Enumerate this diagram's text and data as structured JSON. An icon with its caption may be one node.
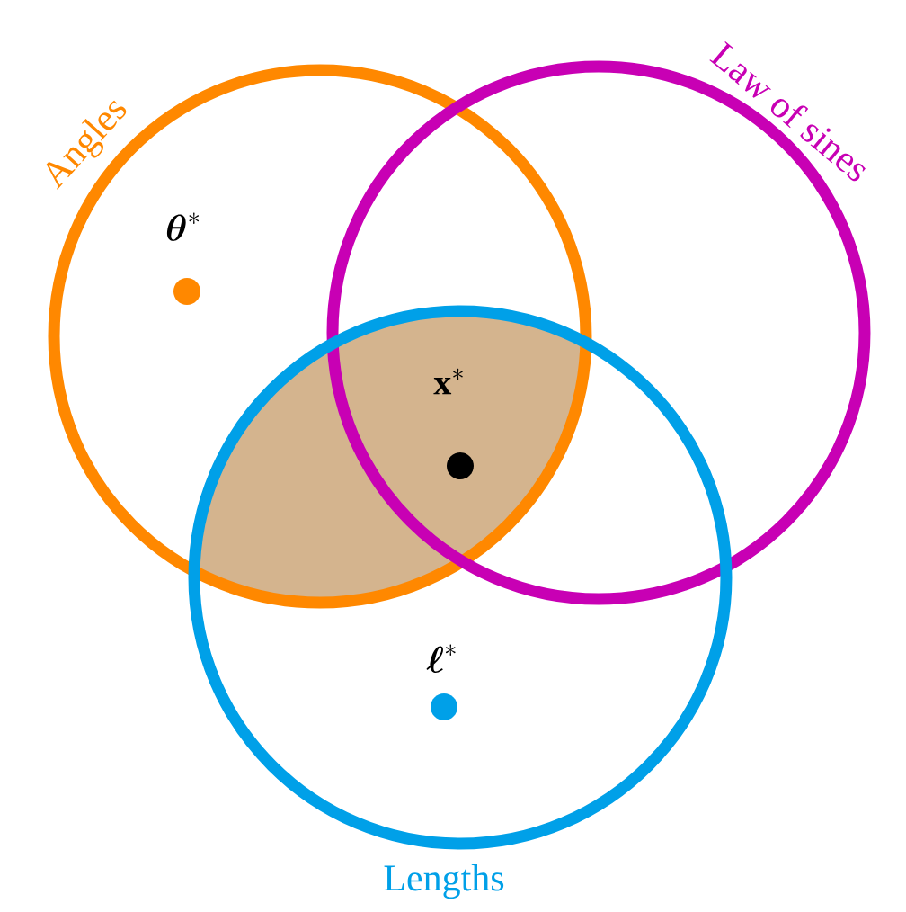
{
  "diagram": {
    "nodes": [
      {
        "text": [
          "Angles"
        ]
      },
      {
        "text": [
          "Law of sines"
        ]
      },
      {
        "text": [
          "Lengths"
        ]
      }
    ],
    "labels": [
      "\\boldsymbol{\\theta}^*",
      "\\mathbf{x}^*",
      "\\boldsymbol{\\ell}^*"
    ]
  }
}
